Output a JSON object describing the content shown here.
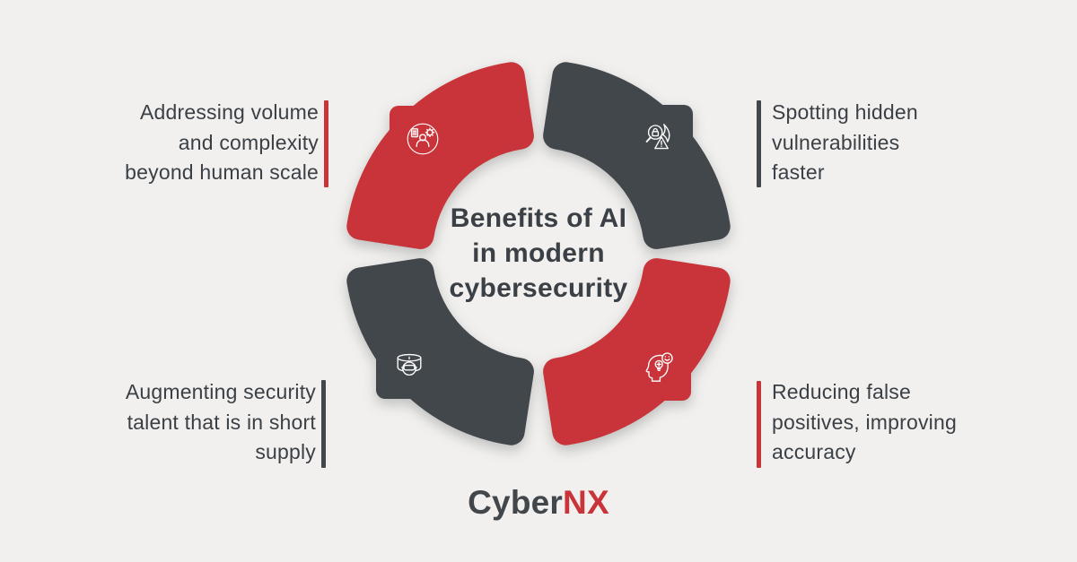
{
  "colors": {
    "red": "#C8343A",
    "dark": "#42474C",
    "text": "#3B4046",
    "background": "#F1F0EE",
    "icon": "#FFFFFF"
  },
  "title": {
    "lines": [
      "Benefits of AI",
      "in modern",
      "cybersecurity"
    ]
  },
  "callouts": {
    "top_left": {
      "lines": [
        "Addressing volume",
        "and complexity",
        "beyond human scale"
      ],
      "accent": "red"
    },
    "top_right": {
      "lines": [
        "Spotting hidden",
        "vulnerabilities",
        "faster"
      ],
      "accent": "dark"
    },
    "bottom_left": {
      "lines": [
        "Augmenting security",
        "talent that is in short",
        "supply"
      ],
      "accent": "dark"
    },
    "bottom_right": {
      "lines": [
        "Reducing false",
        "positives, improving",
        "accuracy"
      ],
      "accent": "red"
    }
  },
  "ring": {
    "segments": [
      {
        "position": "top-left",
        "color": "red",
        "icon": "analyst-documents-gear-icon"
      },
      {
        "position": "top-right",
        "color": "dark",
        "icon": "magnifier-lock-alert-icon"
      },
      {
        "position": "bottom-left",
        "color": "dark",
        "icon": "vr-headset-analyst-icon"
      },
      {
        "position": "bottom-right",
        "color": "red",
        "icon": "head-lightbulb-smiley-icon"
      }
    ]
  },
  "logo": {
    "prefix": "Cyber",
    "suffix": "NX"
  }
}
